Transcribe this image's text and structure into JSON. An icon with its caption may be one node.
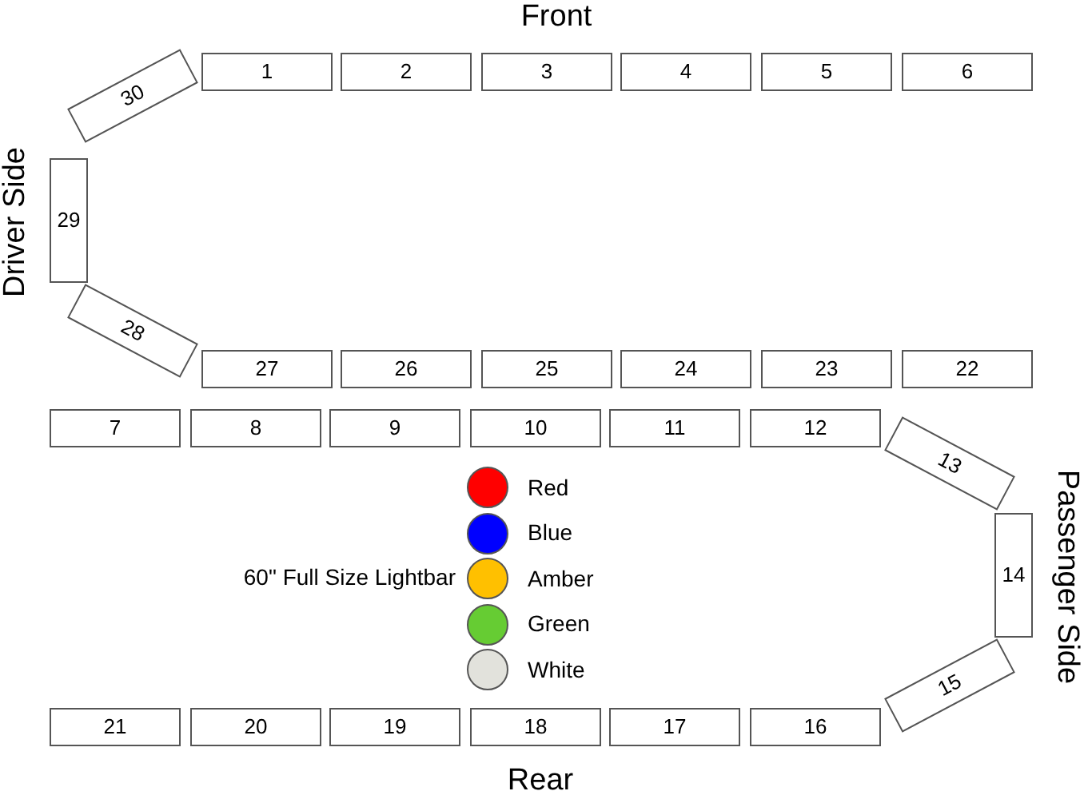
{
  "diagram": {
    "nodes": [
      {
        "text": [
          "1"
        ]
      },
      {
        "text": [
          "2"
        ]
      },
      {
        "text": [
          "3"
        ]
      },
      {
        "text": [
          "4"
        ]
      },
      {
        "text": [
          "5"
        ]
      },
      {
        "text": [
          "6"
        ]
      },
      {
        "text": [
          "7"
        ]
      },
      {
        "text": [
          "8"
        ]
      },
      {
        "text": [
          "9"
        ]
      },
      {
        "text": [
          "10"
        ]
      },
      {
        "text": [
          "11"
        ]
      },
      {
        "text": [
          "12"
        ]
      },
      {
        "text": [
          "13"
        ]
      },
      {
        "text": [
          "14"
        ]
      },
      {
        "text": [
          "15"
        ]
      },
      {
        "text": [
          "16"
        ]
      },
      {
        "text": [
          "17"
        ]
      },
      {
        "text": [
          "18"
        ]
      },
      {
        "text": [
          "19"
        ]
      },
      {
        "text": [
          "20"
        ]
      },
      {
        "text": [
          "21"
        ]
      },
      {
        "text": [
          "22"
        ]
      },
      {
        "text": [
          "23"
        ]
      },
      {
        "text": [
          "24"
        ]
      },
      {
        "text": [
          "25"
        ]
      },
      {
        "text": [
          "26"
        ]
      },
      {
        "text": [
          "27"
        ]
      },
      {
        "text": [
          "28"
        ]
      },
      {
        "text": [
          "29"
        ]
      },
      {
        "text": [
          "30"
        ]
      }
    ],
    "labels": [
      "Front",
      "Driver Side",
      "Passenger Side",
      "60\" Full Size Lightbar",
      "Rear"
    ],
    "legend": [
      {
        "text": "Red",
        "color": "#ff0000"
      },
      {
        "text": "Blue",
        "color": "#0000ff"
      },
      {
        "text": "Amber",
        "color": "#ffc000"
      },
      {
        "text": "Green",
        "color": "#66cc33"
      },
      {
        "text": "White",
        "color": "#e2e2dc"
      }
    ]
  }
}
